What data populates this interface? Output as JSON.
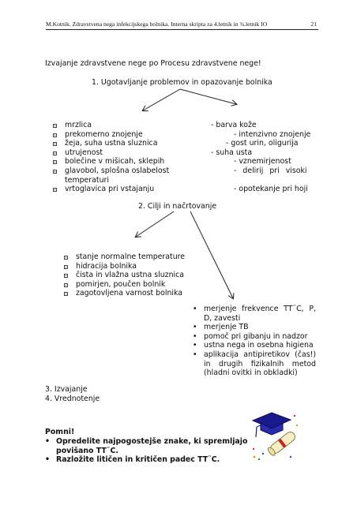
{
  "header": {
    "left": "M.Kotnik. Zdravstvena nega infekcijskega bolnika. Interna skripta za 4.letnik in ¾.letnik IO",
    "page": "21"
  },
  "intro": "Izvajanje zdravstvene nege po Procesu zdravstvene nege!",
  "step1": "1. Ugotavljanje problemov in opazovanje bolnika",
  "problems_left": [
    "mrzlica",
    "prekomerno znojenje",
    "žeja, suha ustna sluznica",
    "utrujenost",
    "bolečine v mišicah, sklepih",
    "glavobol, splošna oslabelost",
    "temperaturi",
    "vrtoglavica pri vstajanju"
  ],
  "problems_right": [
    "- barva kože",
    "- intenzivno znojenje",
    "- gost urin, oligurija",
    "- suha usta",
    "- vznemirjenost",
    "- delirij pri visoki",
    "- opotekanje pri hoji"
  ],
  "step2": "2. Cilji in načrtovanje",
  "goals": [
    "stanje normalne temperature",
    "hidracija bolnika",
    "čista in vlažna ustna sluznica",
    "pomirjen, poučen bolnik",
    "zagotovljena varnost bolnika"
  ],
  "interventions": [
    "merjenje frekvence TT¨C, P, D, zavesti",
    "merjenje TB",
    "pomoč pri gibanju in nadzor",
    "ustna nega in osebna higiena",
    "aplikacija antipiretikov (čas!) in drugih fizikalnih metod (hladni ovitki in obkladki)"
  ],
  "step3": "3. Izvajanje",
  "step4": "4. Vrednotenje",
  "pomni": {
    "title": "Pomni!",
    "items": [
      "Opredelite najpogostejše znake, ki spremljajo povišano TT¨C.",
      "Razložite litičen in kritičen padec TT¨C."
    ]
  },
  "icon": "graduation-cap-diploma-icon"
}
